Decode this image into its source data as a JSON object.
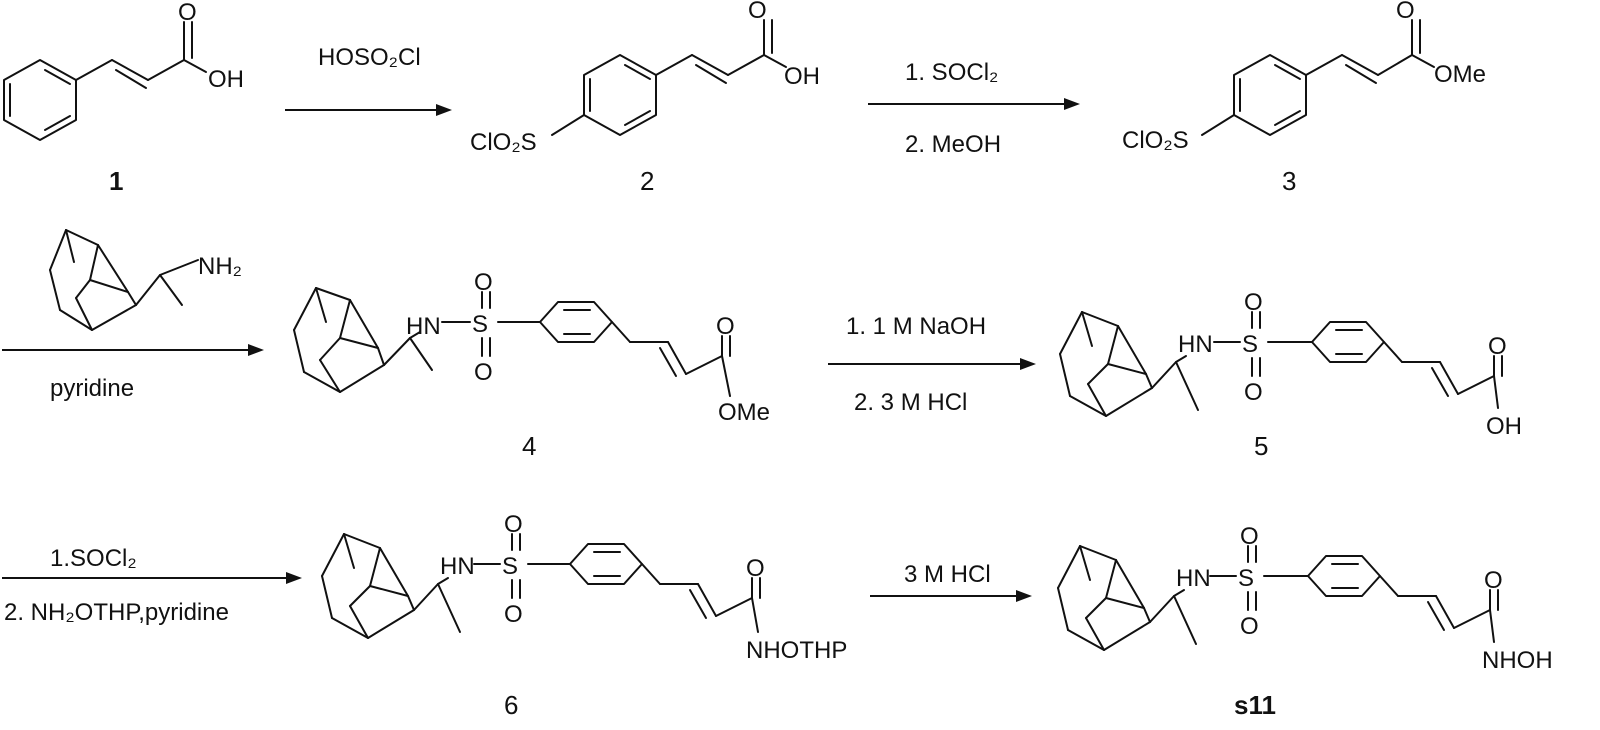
{
  "compounds": {
    "c1": "1",
    "c2": "2",
    "c3": "3",
    "c4": "4",
    "c5": "5",
    "c6": "6",
    "c7": "s11"
  },
  "atoms": {
    "OH": "OH",
    "O": "O",
    "ClO2S": "ClO₂S",
    "OMe": "OMe",
    "NH2": "NH₂",
    "HN": "HN",
    "S": "S",
    "NHOTHP": "NHOTHP",
    "NHOH": "NHOH"
  },
  "reagents": {
    "step1": "HOSO₂Cl",
    "step2_1": "1. SOCl₂",
    "step2_2": "2. MeOH",
    "step3": "pyridine",
    "step4_1": "1. 1 M NaOH",
    "step4_2": "2. 3 M HCl",
    "step5_1": "1.SOCl₂",
    "step5_2": "2. NH₂OTHP,pyridine",
    "step6": "3 M HCl"
  }
}
